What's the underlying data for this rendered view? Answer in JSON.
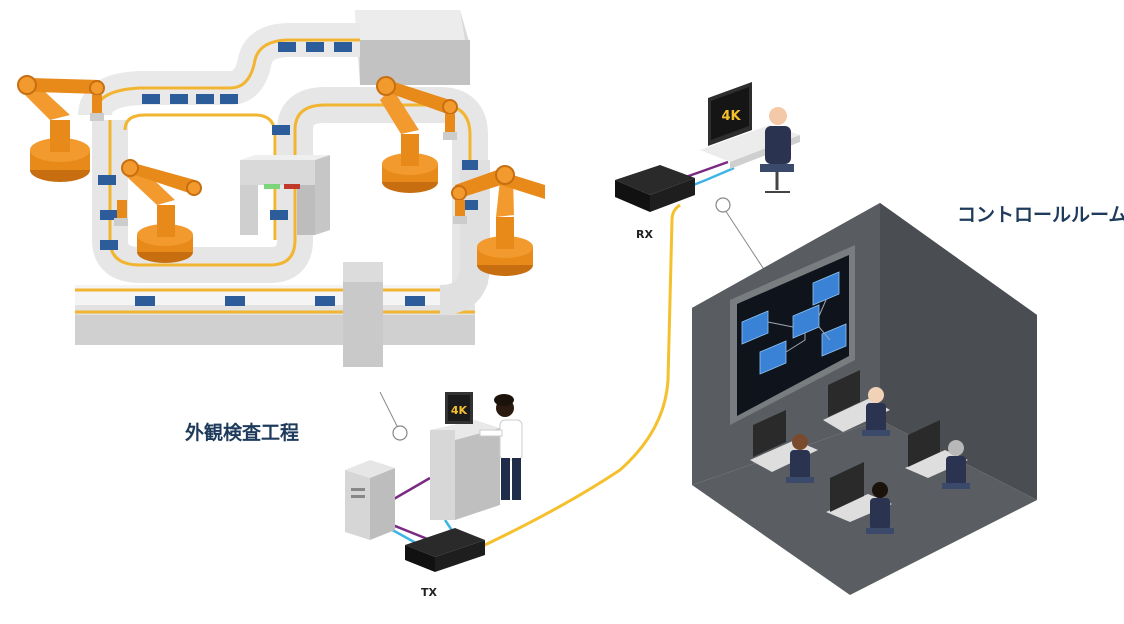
{
  "labels": {
    "inspection": "外観検査工程",
    "control_room": "コントロールルーム",
    "rx": "RX",
    "tx": "TX"
  },
  "monitor_text": {
    "inspection_monitor": "4K",
    "rx_monitor": "4K"
  },
  "colors": {
    "conveyor_yellow": "#f2b531",
    "robot_orange": "#e88a1a",
    "cable_yellow": "#f5c02e",
    "cable_purple": "#7a2a83",
    "cable_blue": "#3fb4e6",
    "room_dark": "#4a4d52",
    "label_navy": "#1f3b5c",
    "box_blue": "#2c5d9a"
  }
}
